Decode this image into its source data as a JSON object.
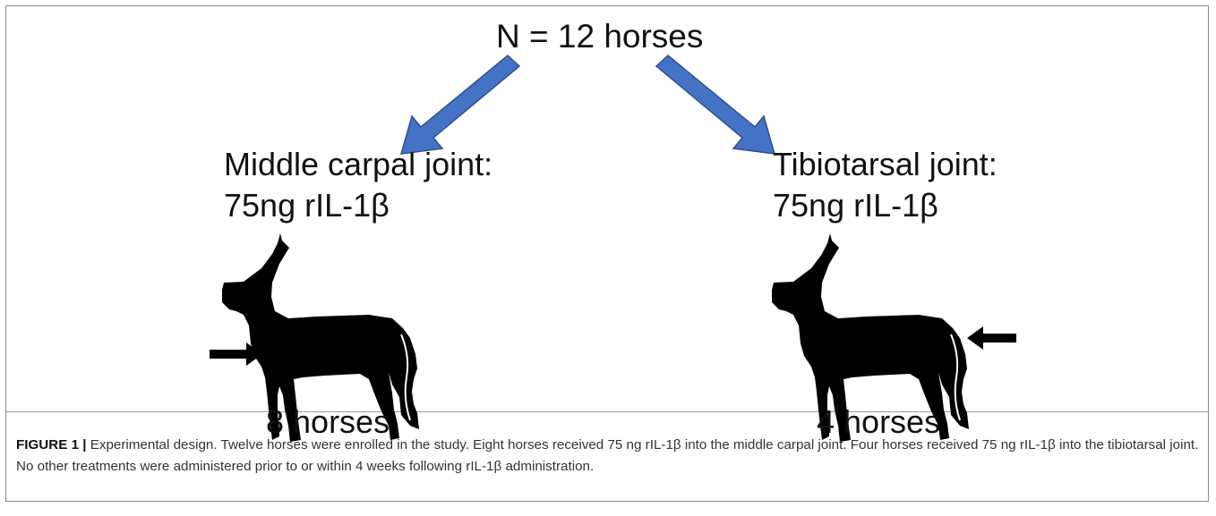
{
  "diagram": {
    "top_label": "N = 12 horses",
    "left_branch": {
      "title": "Middle carpal joint:",
      "dose": "75ng rIL-1β",
      "count": "8 horses"
    },
    "right_branch": {
      "title": "Tibiotarsal joint:",
      "dose": "75ng rIL-1β",
      "count": "4 horses"
    },
    "colors": {
      "arrow_fill": "#4472c4",
      "arrow_stroke": "#2f528f",
      "horse": "#000000"
    }
  },
  "caption": {
    "lead": "FIGURE 1 |",
    "text": " Experimental design. Twelve horses were enrolled in the study. Eight horses received 75 ng rIL-1β into the middle carpal joint. Four horses received 75 ng rIL-1β into the tibiotarsal joint. No other treatments were administered prior to or within 4 weeks following rIL-1β administration."
  }
}
